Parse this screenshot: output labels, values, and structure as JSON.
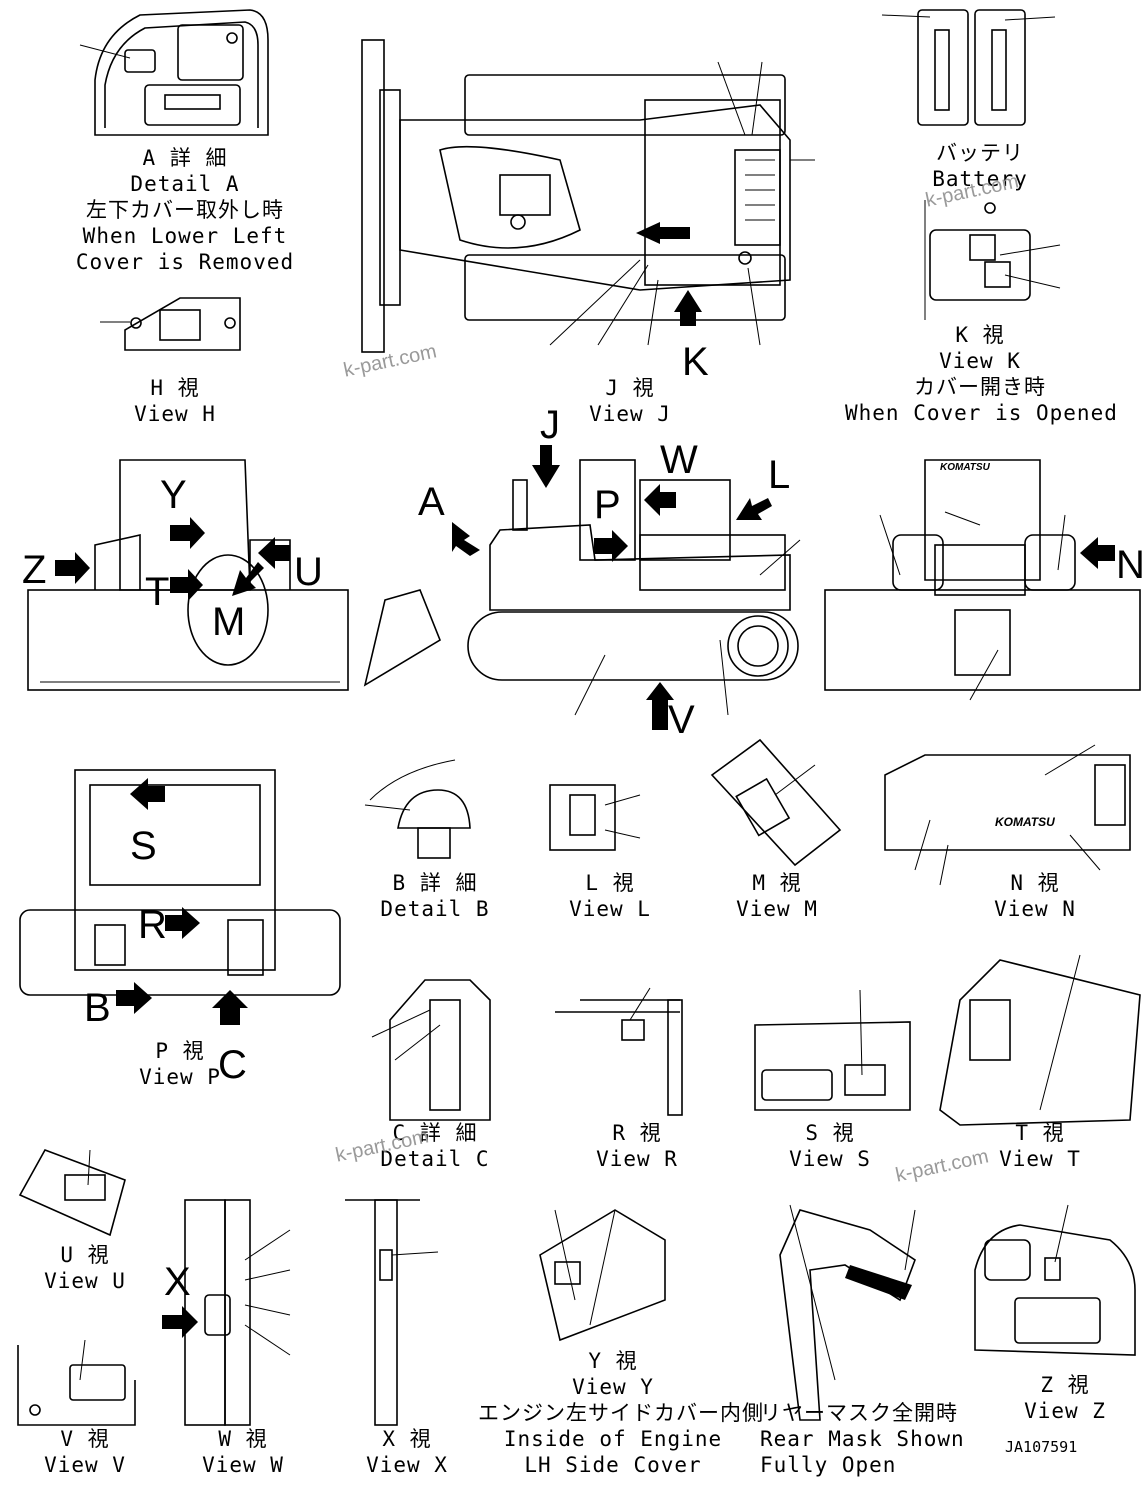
{
  "drawing": {
    "document_number": "JA107591",
    "watermark": "k-part.com"
  },
  "views": [
    {
      "id": "A",
      "lines": [
        "A 詳 細",
        "Detail A",
        "左下カバー取外し時",
        "When Lower Left",
        "Cover is Removed"
      ]
    },
    {
      "id": "H",
      "lines": [
        "H  視",
        "View H"
      ]
    },
    {
      "id": "J",
      "lines": [
        "J  視",
        "View J"
      ]
    },
    {
      "id": "Battery",
      "lines": [
        "バッテリ",
        "Battery"
      ]
    },
    {
      "id": "K",
      "lines": [
        "K  視",
        "View K",
        "カバー開き時",
        "When Cover is Opened"
      ]
    },
    {
      "id": "B",
      "lines": [
        "B 詳 細",
        "Detail B"
      ]
    },
    {
      "id": "L",
      "lines": [
        "L  視",
        "View L"
      ]
    },
    {
      "id": "M",
      "lines": [
        "M  視",
        "View M"
      ]
    },
    {
      "id": "N",
      "lines": [
        "N  視",
        "View N"
      ]
    },
    {
      "id": "P",
      "lines": [
        "P  視",
        "View P"
      ]
    },
    {
      "id": "C",
      "lines": [
        "C 詳 細",
        "Detail C"
      ]
    },
    {
      "id": "R",
      "lines": [
        "R  視",
        "View R"
      ]
    },
    {
      "id": "S",
      "lines": [
        "S  視",
        "View S"
      ]
    },
    {
      "id": "T",
      "lines": [
        "T  視",
        "View T"
      ]
    },
    {
      "id": "U",
      "lines": [
        "U  視",
        "View U"
      ]
    },
    {
      "id": "V",
      "lines": [
        "V  視",
        "View V"
      ]
    },
    {
      "id": "W",
      "lines": [
        "W  視",
        "View W"
      ]
    },
    {
      "id": "X",
      "lines": [
        "X  視",
        "View X"
      ]
    },
    {
      "id": "Y",
      "lines": [
        "Y  視",
        "View Y",
        "エンジン左サイドカバー内側",
        "Inside of Engine",
        "LH Side Cover"
      ]
    },
    {
      "id": "RearMask",
      "lines": [
        "リヤーマスク全開時",
        "Rear Mask Shown",
        "Fully Open"
      ]
    },
    {
      "id": "Z",
      "lines": [
        "Z  視",
        "View Z"
      ]
    }
  ],
  "callouts": [
    "A",
    "J",
    "W",
    "L",
    "P",
    "K",
    "Y",
    "Z",
    "U",
    "T",
    "M",
    "N",
    "V",
    "S",
    "R",
    "B",
    "C",
    "X"
  ],
  "brand_marks": [
    "KOMATSU"
  ]
}
